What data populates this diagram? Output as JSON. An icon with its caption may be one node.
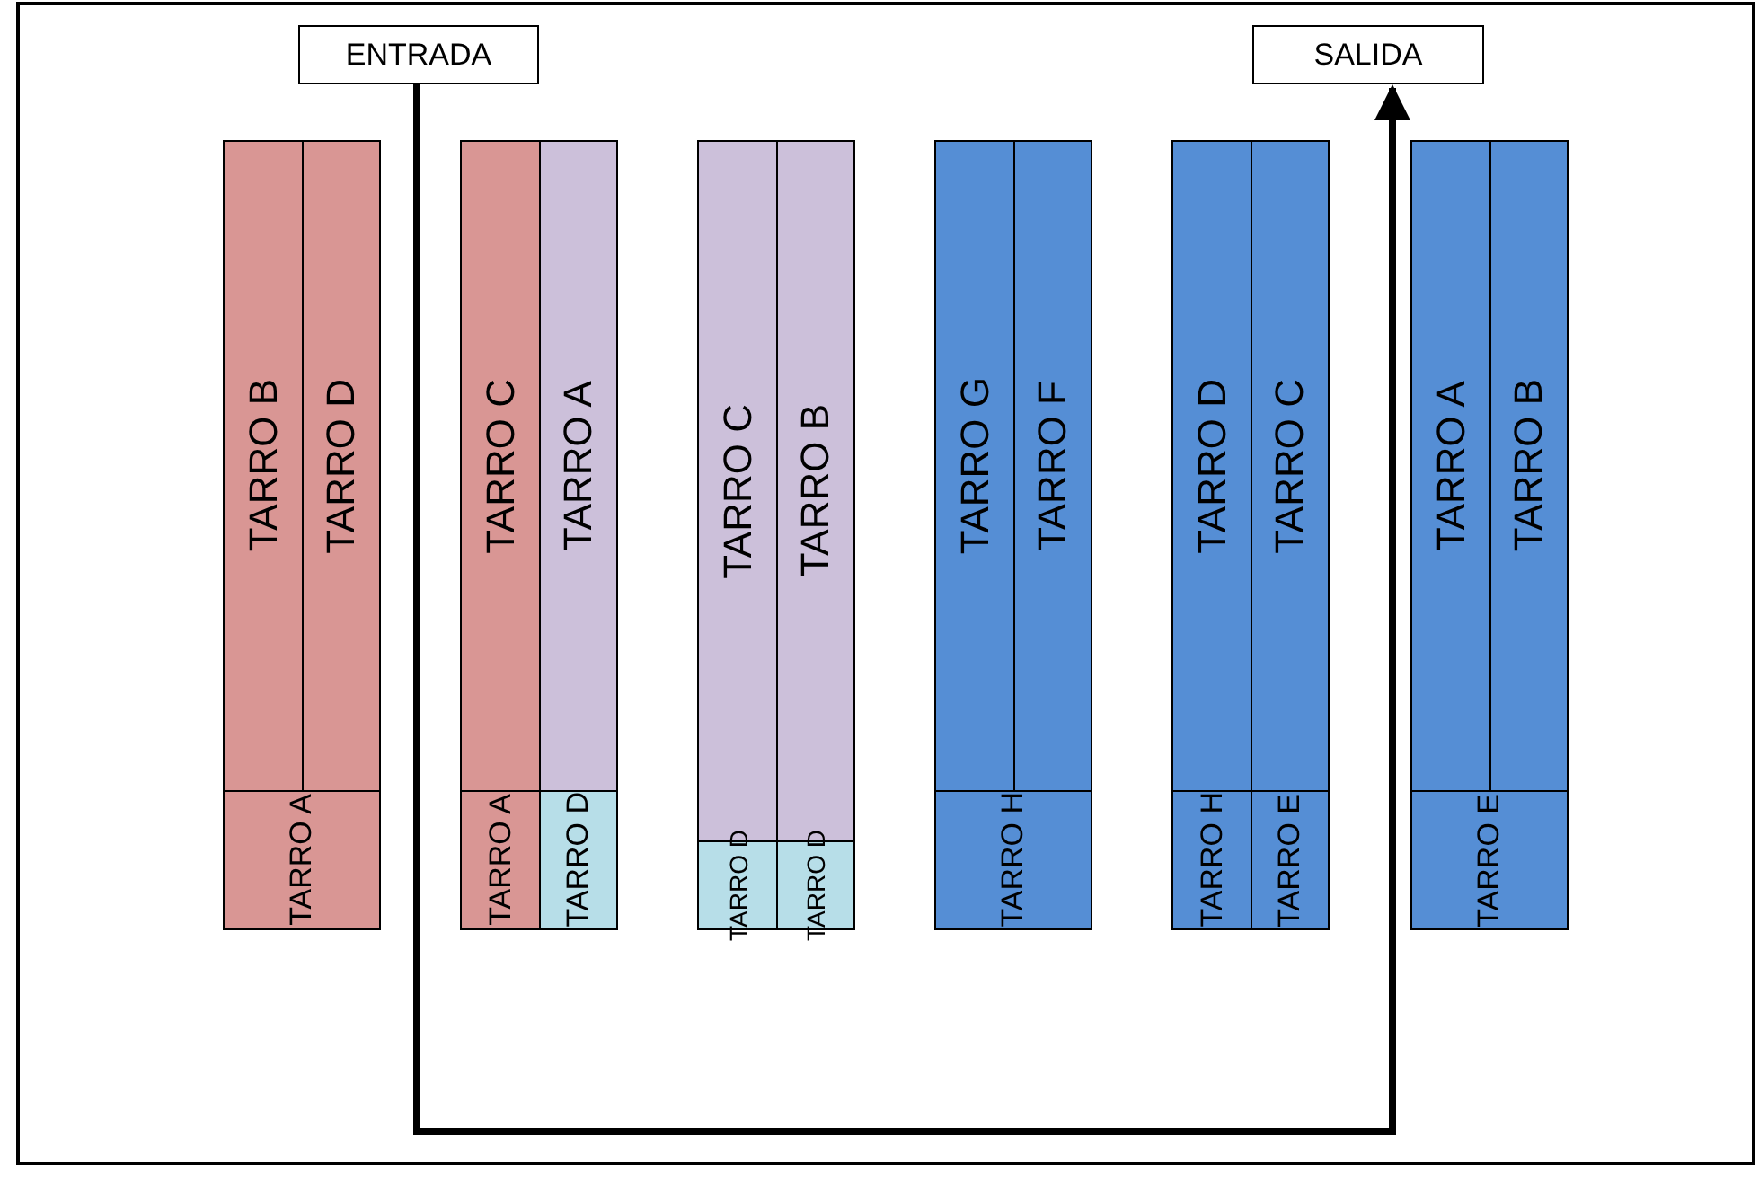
{
  "diagram": {
    "nodes": [
      {
        "text": [
          "ENTRADA"
        ]
      },
      {
        "text": [
          "SALIDA"
        ]
      },
      {
        "text": [
          "TARRO B"
        ]
      },
      {
        "text": [
          "TARRO D"
        ]
      },
      {
        "text": [
          "TARRO A"
        ]
      },
      {
        "text": [
          "TARRO C"
        ]
      },
      {
        "text": [
          "TARRO A"
        ]
      },
      {
        "text": [
          "TARRO A"
        ]
      },
      {
        "text": [
          "TARRO D"
        ]
      },
      {
        "text": [
          "TARRO C"
        ]
      },
      {
        "text": [
          "TARRO B"
        ]
      },
      {
        "text": [
          "TARRO D"
        ]
      },
      {
        "text": [
          "TARRO D"
        ]
      },
      {
        "text": [
          "TARRO G"
        ]
      },
      {
        "text": [
          "TARRO F"
        ]
      },
      {
        "text": [
          "TARRO H"
        ]
      },
      {
        "text": [
          "TARRO D"
        ]
      },
      {
        "text": [
          "TARRO C"
        ]
      },
      {
        "text": [
          "TARRO H"
        ]
      },
      {
        "text": [
          "TARRO E"
        ]
      },
      {
        "text": [
          "TARRO A"
        ]
      },
      {
        "text": [
          "TARRO B"
        ]
      },
      {
        "text": [
          "TARRO E"
        ]
      }
    ],
    "edges": [
      {
        "from": 0,
        "to": 1,
        "arrow": "to"
      }
    ]
  }
}
